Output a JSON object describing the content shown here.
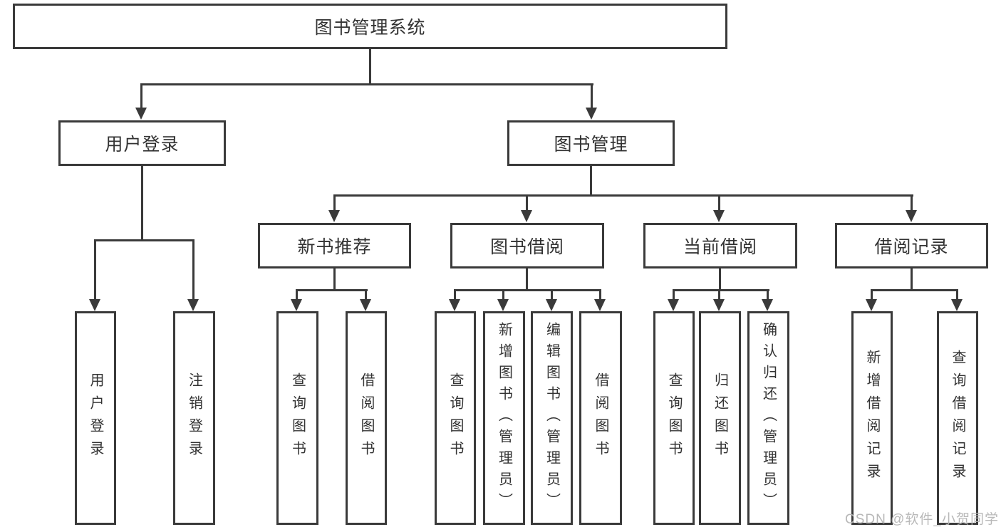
{
  "diagram_title": "图书管理系统",
  "watermark": "CSDN @软件_小贺同学",
  "colors": {
    "line": "#3a3a3a",
    "text": "#333333",
    "background": "#ffffff",
    "watermark": "#b5b5b5"
  },
  "tree": {
    "label": "图书管理系统",
    "children": [
      {
        "label": "用户登录",
        "children": [
          {
            "label": "用户登录"
          },
          {
            "label": "注销登录"
          }
        ]
      },
      {
        "label": "图书管理",
        "children": [
          {
            "label": "新书推荐",
            "children": [
              {
                "label": "查询图书"
              },
              {
                "label": "借阅图书"
              }
            ]
          },
          {
            "label": "图书借阅",
            "children": [
              {
                "label": "查询图书"
              },
              {
                "label": "新增图书（管理员）"
              },
              {
                "label": "编辑图书（管理员）"
              },
              {
                "label": "借阅图书"
              }
            ]
          },
          {
            "label": "当前借阅",
            "children": [
              {
                "label": "查询图书"
              },
              {
                "label": "归还图书"
              },
              {
                "label": "确认归还（管理员）"
              }
            ]
          },
          {
            "label": "借阅记录",
            "children": [
              {
                "label": "新增借阅记录"
              },
              {
                "label": "查询借阅记录"
              }
            ]
          }
        ]
      }
    ]
  }
}
